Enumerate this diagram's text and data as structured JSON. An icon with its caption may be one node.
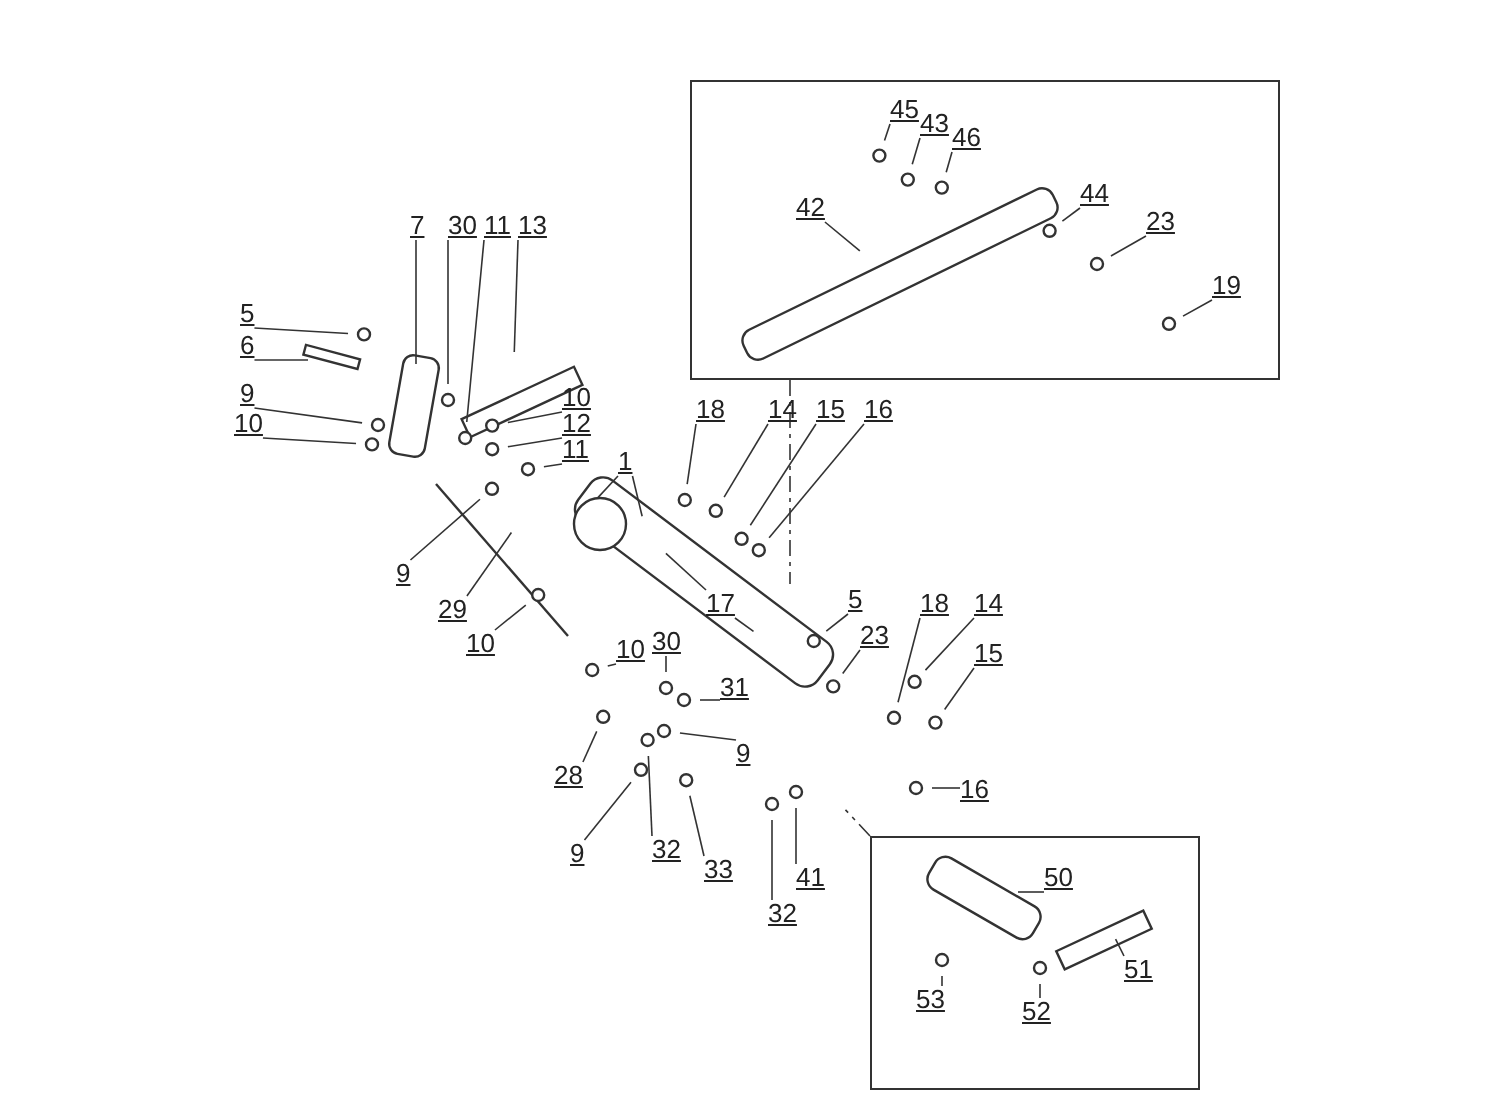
{
  "diagram": {
    "nodes": [
      {
        "text": [],
        "shape": "box"
      },
      {
        "text": [],
        "shape": "box"
      },
      {
        "text": [
          "5"
        ]
      },
      {
        "text": [
          "6"
        ]
      },
      {
        "text": [
          "7"
        ]
      },
      {
        "text": [
          "30"
        ]
      },
      {
        "text": [
          "11"
        ]
      },
      {
        "text": [
          "13"
        ]
      },
      {
        "text": [
          "9"
        ]
      },
      {
        "text": [
          "10"
        ]
      },
      {
        "text": [
          "10"
        ]
      },
      {
        "text": [
          "12"
        ]
      },
      {
        "text": [
          "11"
        ]
      },
      {
        "text": [
          "9"
        ]
      },
      {
        "text": [
          "18"
        ]
      },
      {
        "text": [
          "14"
        ]
      },
      {
        "text": [
          "15"
        ]
      },
      {
        "text": [
          "16"
        ]
      },
      {
        "text": [
          "1"
        ]
      },
      {
        "text": [
          "29"
        ]
      },
      {
        "text": [
          "10"
        ]
      },
      {
        "text": [
          "17"
        ]
      },
      {
        "text": [
          "10"
        ]
      },
      {
        "text": [
          "30"
        ]
      },
      {
        "text": [
          "31"
        ]
      },
      {
        "text": [
          "9"
        ]
      },
      {
        "text": [
          "5"
        ]
      },
      {
        "text": [
          "23"
        ]
      },
      {
        "text": [
          "18"
        ]
      },
      {
        "text": [
          "14"
        ]
      },
      {
        "text": [
          "15"
        ]
      },
      {
        "text": [
          "16"
        ]
      },
      {
        "text": [
          "28"
        ]
      },
      {
        "text": [
          "9"
        ]
      },
      {
        "text": [
          "32"
        ]
      },
      {
        "text": [
          "33"
        ]
      },
      {
        "text": [
          "32"
        ]
      },
      {
        "text": [
          "41"
        ]
      },
      {
        "text": [
          "45"
        ],
        "in": 0
      },
      {
        "text": [
          "43"
        ],
        "in": 0
      },
      {
        "text": [
          "46"
        ],
        "in": 0
      },
      {
        "text": [
          "42"
        ],
        "in": 0
      },
      {
        "text": [
          "44"
        ],
        "in": 0
      },
      {
        "text": [
          "23"
        ],
        "in": 0
      },
      {
        "text": [
          "19"
        ],
        "in": 0
      },
      {
        "text": [
          "50"
        ],
        "in": 1
      },
      {
        "text": [
          "51"
        ],
        "in": 1
      },
      {
        "text": [
          "53"
        ],
        "in": 1
      },
      {
        "text": [
          "52"
        ],
        "in": 1
      }
    ],
    "edges": [
      {
        "from": 2,
        "to": null,
        "arrow": "none"
      },
      {
        "from": 3,
        "to": null,
        "arrow": "none"
      },
      {
        "from": 4,
        "to": null,
        "arrow": "none"
      },
      {
        "from": 5,
        "to": null,
        "arrow": "none"
      },
      {
        "from": 6,
        "to": null,
        "arrow": "none"
      },
      {
        "from": 7,
        "to": null,
        "arrow": "none"
      },
      {
        "from": 8,
        "to": null,
        "arrow": "none"
      },
      {
        "from": 9,
        "to": null,
        "arrow": "none"
      },
      {
        "from": 10,
        "to": null,
        "arrow": "none"
      },
      {
        "from": 11,
        "to": null,
        "arrow": "none"
      },
      {
        "from": 12,
        "to": null,
        "arrow": "none"
      },
      {
        "from": 13,
        "to": null,
        "arrow": "none"
      },
      {
        "from": 14,
        "to": null,
        "arrow": "none"
      },
      {
        "from": 15,
        "to": null,
        "arrow": "none"
      },
      {
        "from": 16,
        "to": null,
        "arrow": "none"
      },
      {
        "from": 17,
        "to": null,
        "arrow": "none"
      },
      {
        "from": 18,
        "to": null,
        "arrow": "none"
      },
      {
        "from": 18,
        "to": null,
        "arrow": "none"
      },
      {
        "from": 19,
        "to": null,
        "arrow": "none"
      },
      {
        "from": 20,
        "to": null,
        "arrow": "none"
      },
      {
        "from": 21,
        "to": null,
        "arrow": "none"
      },
      {
        "from": 21,
        "to": null,
        "arrow": "none"
      },
      {
        "from": 22,
        "to": null,
        "arrow": "none"
      },
      {
        "from": 23,
        "to": null,
        "arrow": "none"
      },
      {
        "from": 24,
        "to": null,
        "arrow": "none"
      },
      {
        "from": 25,
        "to": null,
        "arrow": "none"
      },
      {
        "from": 26,
        "to": null,
        "arrow": "none"
      },
      {
        "from": 27,
        "to": null,
        "arrow": "none"
      },
      {
        "from": 28,
        "to": null,
        "arrow": "none"
      },
      {
        "from": 29,
        "to": null,
        "arrow": "none"
      },
      {
        "from": 30,
        "to": null,
        "arrow": "none"
      },
      {
        "from": 31,
        "to": null,
        "arrow": "none"
      },
      {
        "from": 32,
        "to": null,
        "arrow": "none"
      },
      {
        "from": 33,
        "to": null,
        "arrow": "none"
      },
      {
        "from": 34,
        "to": null,
        "arrow": "none"
      },
      {
        "from": 35,
        "to": null,
        "arrow": "none"
      },
      {
        "from": 36,
        "to": null,
        "arrow": "none"
      },
      {
        "from": 37,
        "to": null,
        "arrow": "none"
      },
      {
        "from": 38,
        "to": null,
        "arrow": "none"
      },
      {
        "from": 39,
        "to": null,
        "arrow": "none"
      },
      {
        "from": 40,
        "to": null,
        "arrow": "none"
      },
      {
        "from": 41,
        "to": null,
        "arrow": "none"
      },
      {
        "from": 42,
        "to": null,
        "arrow": "none"
      },
      {
        "from": 43,
        "to": null,
        "arrow": "none"
      },
      {
        "from": 44,
        "to": null,
        "arrow": "none"
      },
      {
        "from": 45,
        "to": null,
        "arrow": "none"
      },
      {
        "from": 46,
        "to": null,
        "arrow": "none"
      },
      {
        "from": 47,
        "to": null,
        "arrow": "none"
      },
      {
        "from": 48,
        "to": null,
        "arrow": "none"
      },
      {
        "from": 0,
        "to": null,
        "arrow": "none",
        "style": "dashed"
      },
      {
        "from": 1,
        "to": null,
        "arrow": "none",
        "style": "dashed"
      }
    ]
  }
}
